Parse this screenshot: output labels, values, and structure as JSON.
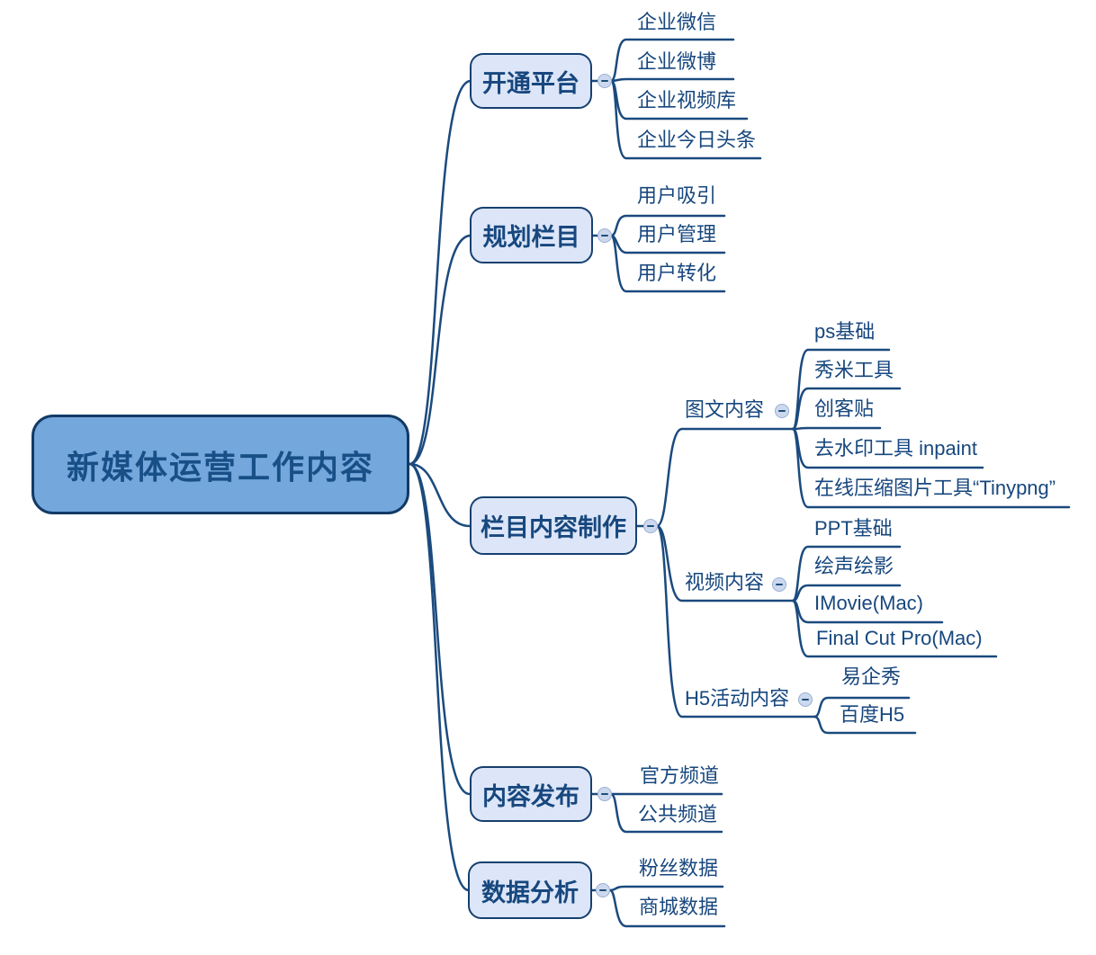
{
  "mindmap": {
    "root": "新媒体运营工作内容",
    "branches": [
      {
        "label": "开通平台",
        "children": [
          "企业微信",
          "企业微博",
          "企业视频库",
          "企业今日头条"
        ]
      },
      {
        "label": "规划栏目",
        "children": [
          "用户吸引",
          "用户管理",
          "用户转化"
        ]
      },
      {
        "label": "栏目内容制作",
        "children": [
          {
            "label": "图文内容",
            "children": [
              "ps基础",
              "秀米工具",
              "创客贴",
              "去水印工具 inpaint",
              "在线压缩图片工具“Tinypng”"
            ]
          },
          {
            "label": "视频内容",
            "children": [
              "PPT基础",
              "绘声绘影",
              "IMovie(Mac)",
              "Final Cut Pro(Mac)"
            ]
          },
          {
            "label": "H5活动内容",
            "children": [
              "易企秀",
              "百度H5"
            ]
          }
        ]
      },
      {
        "label": "内容发布",
        "children": [
          "官方频道",
          "公共频道"
        ]
      },
      {
        "label": "数据分析",
        "children": [
          "粉丝数据",
          "商城数据"
        ]
      }
    ],
    "icons": {
      "collapse": "minus"
    },
    "colors": {
      "line": "#1B4A7E",
      "root_fill": "#74A7DB",
      "root_border": "#123A66",
      "topic_fill": "#DCE6F8",
      "topic_border": "#16406F",
      "text": "#17477E",
      "collapse_fill": "#CCD8EE"
    }
  }
}
